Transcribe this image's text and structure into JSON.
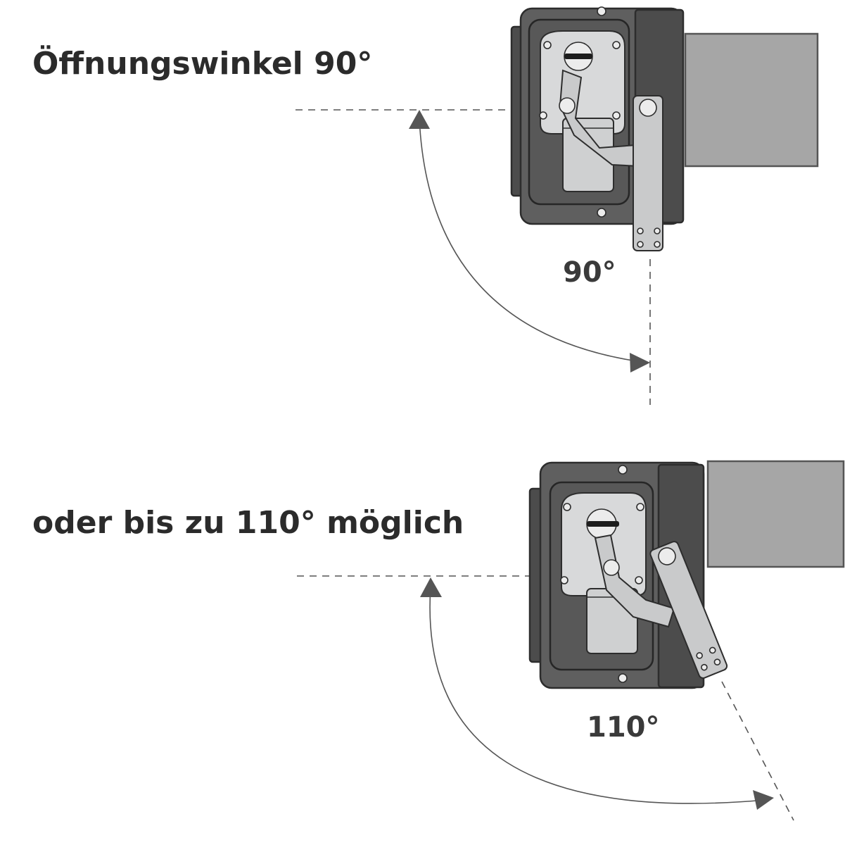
{
  "diagram": {
    "title_top": "Öffnungswinkel 90°",
    "title_bottom": "oder bis zu 110° möglich",
    "angle_label_top": "90°",
    "angle_label_bottom": "110°"
  },
  "colors": {
    "text": "#2b2b2b",
    "housing": "#5f5f5f",
    "mechanism": "#d8d9da",
    "wall_post": "#a6a6a6",
    "guide_lines": "#555555"
  },
  "icons": [
    "gate-opener-90-icon",
    "gate-opener-110-icon",
    "wall-post-icon",
    "angle-arc-icon",
    "arrowhead-icon"
  ]
}
